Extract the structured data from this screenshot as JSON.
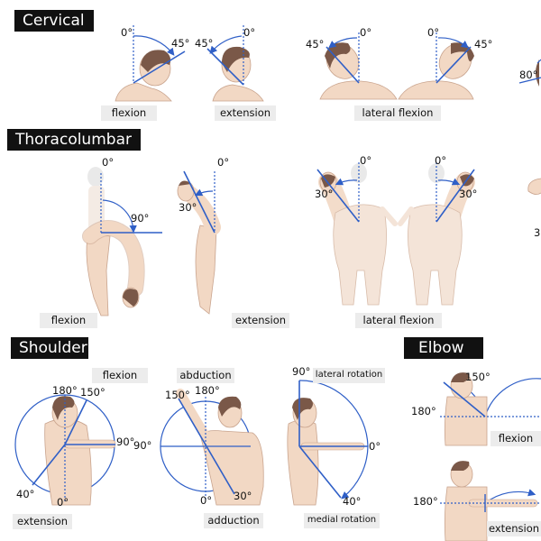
{
  "colors": {
    "accent": "#2f5fc7",
    "skin": "#f2d8c4",
    "hair": "#7a5848",
    "header_bg": "#111111",
    "label_bg": "#ececec"
  },
  "sections": {
    "cervical": {
      "title": "Cervical",
      "labels": {
        "flexion": "flexion",
        "extension": "extension",
        "lateral_flexion": "lateral flexion"
      },
      "angles": {
        "flex_zero": "0°",
        "flex_45": "45°",
        "ext_45": "45°",
        "ext_zero": "0°",
        "lat_left_45": "45°",
        "lat_left_zero": "0°",
        "lat_right_zero": "0°",
        "lat_right_45": "45°",
        "rotation_80": "80°"
      }
    },
    "thoracolumbar": {
      "title": "Thoracolumbar",
      "labels": {
        "flexion": "flexion",
        "extension": "extension",
        "lateral_flexion": "lateral flexion"
      },
      "angles": {
        "flex_zero": "0°",
        "flex_90": "90°",
        "ext_30": "30°",
        "ext_zero": "0°",
        "lat_left_30": "30°",
        "lat_left_zero": "0°",
        "lat_right_zero": "0°",
        "lat_right_30": "30°",
        "edge_3": "3"
      }
    },
    "shoulder": {
      "title": "Shoulder",
      "labels": {
        "flexion": "flexion",
        "extension": "extension",
        "abduction": "abduction",
        "adduction": "adduction",
        "lateral_rotation": "lateral rotation",
        "medial_rotation": "medial rotation"
      },
      "angles": {
        "fe_180": "180°",
        "fe_150": "150°",
        "fe_90": "90°",
        "fe_40": "40°",
        "fe_0": "0°",
        "ab_150": "150°",
        "ab_180": "180°",
        "ab_90": "90°",
        "ab_0": "0°",
        "ab_30": "30°",
        "rot_90": "90°",
        "rot_0": "0°",
        "rot_40": "40°"
      }
    },
    "elbow": {
      "title": "Elbow",
      "labels": {
        "flexion": "flexion",
        "extension": "extension"
      },
      "angles": {
        "flex_150": "150°",
        "flex_180": "180°",
        "ext_180": "180°"
      }
    }
  }
}
